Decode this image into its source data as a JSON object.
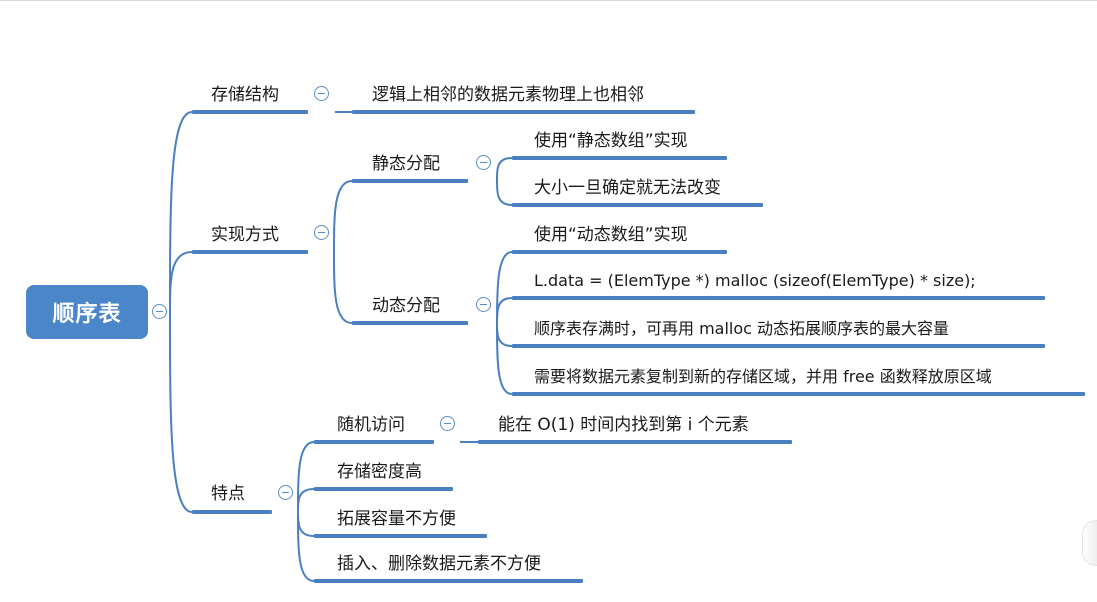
{
  "root": {
    "label": "顺序表"
  },
  "branches": {
    "storage": {
      "label": "存储结构",
      "children": [
        "逻辑上相邻的数据元素物理上也相邻"
      ]
    },
    "implementation": {
      "label": "实现方式",
      "static_alloc": {
        "label": "静态分配",
        "children": [
          "使用“静态数组”实现",
          "大小一旦确定就无法改变"
        ]
      },
      "dynamic_alloc": {
        "label": "动态分配",
        "children": [
          "使用“动态数组”实现",
          "L.data = (ElemType *) malloc (sizeof(ElemType) * size);",
          "顺序表存满时，可再用 malloc 动态拓展顺序表的最大容量",
          "需要将数据元素复制到新的存储区域，并用 free 函数释放原区域"
        ]
      }
    },
    "features": {
      "label": "特点",
      "random_access": {
        "label": "随机访问",
        "children": [
          "能在 O(1) 时间内找到第 i 个元素"
        ]
      },
      "others": [
        "存储密度高",
        "拓展容量不方便",
        "插入、删除数据元素不方便"
      ]
    }
  },
  "colors": {
    "line": "#4a7fc1",
    "root_fill": "#4a86c8",
    "icon": "#5a8cc8"
  }
}
